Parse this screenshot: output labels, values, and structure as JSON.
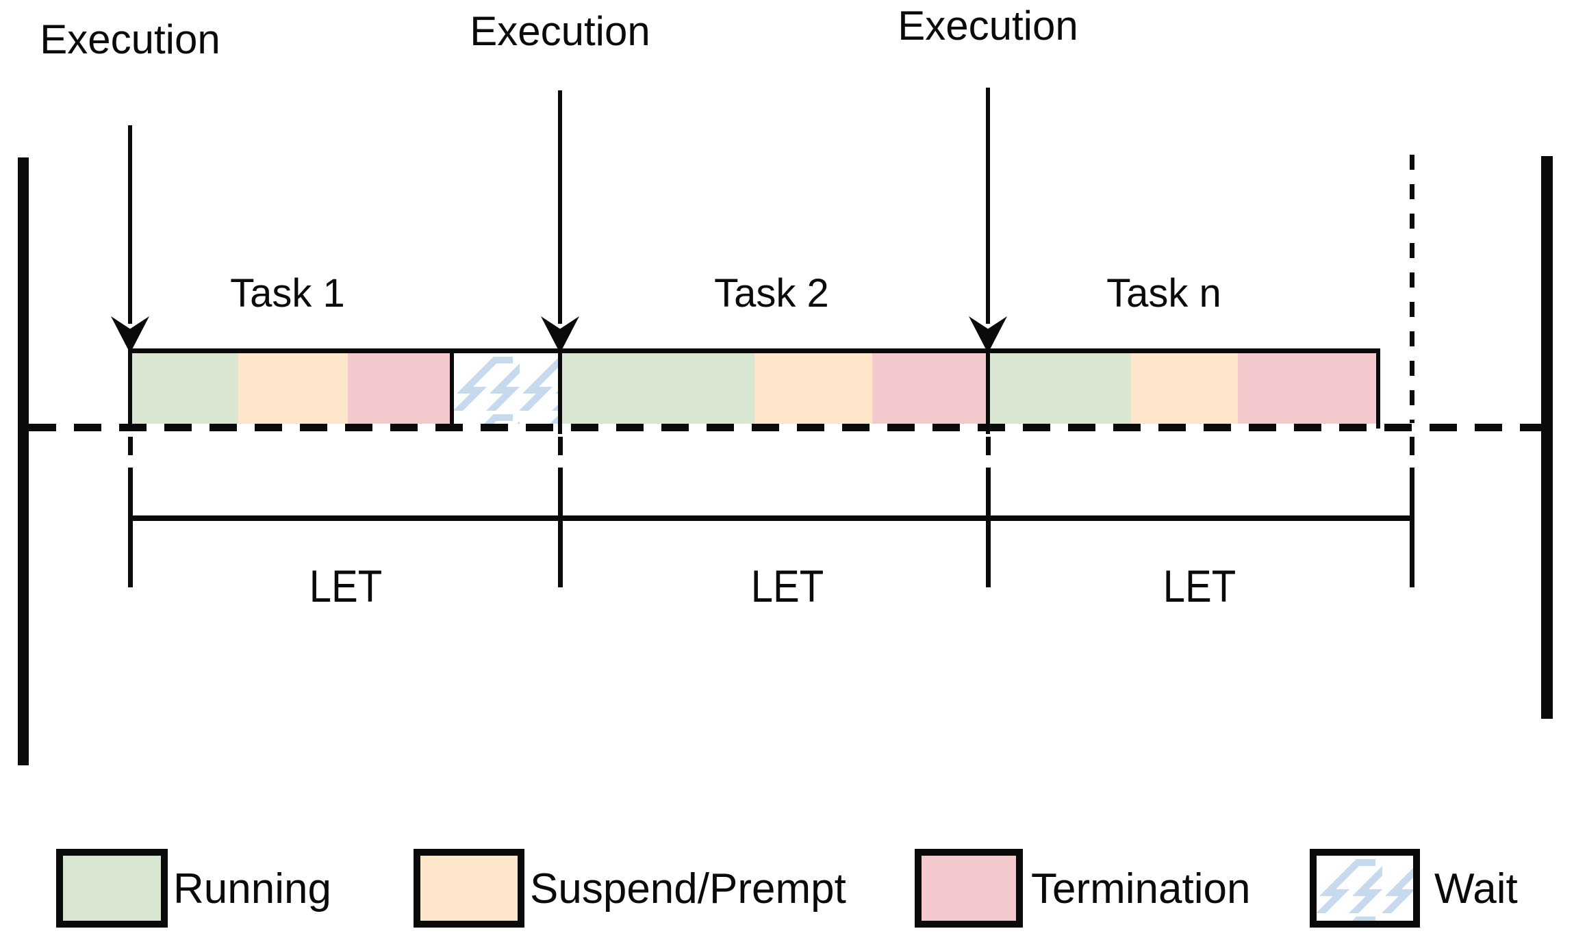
{
  "diagram": {
    "execution_markers": [
      {
        "label": "Execution"
      },
      {
        "label": "Execution"
      },
      {
        "label": "Execution"
      }
    ],
    "tasks": [
      {
        "name": "Task 1",
        "segments": [
          {
            "state": "Running"
          },
          {
            "state": "Suspend/Prempt"
          },
          {
            "state": "Termination"
          },
          {
            "state": "Wait"
          }
        ]
      },
      {
        "name": "Task 2",
        "segments": [
          {
            "state": "Running"
          },
          {
            "state": "Suspend/Prempt"
          },
          {
            "state": "Termination"
          }
        ]
      },
      {
        "name": "Task n",
        "segments": [
          {
            "state": "Running"
          },
          {
            "state": "Suspend/Prempt"
          },
          {
            "state": "Termination"
          }
        ]
      }
    ],
    "interval_labels": [
      {
        "label": "LET"
      },
      {
        "label": "LET"
      },
      {
        "label": "LET"
      }
    ]
  },
  "legend": {
    "items": [
      {
        "label": "Running",
        "key": "running"
      },
      {
        "label": "Suspend/Prempt",
        "key": "suspend"
      },
      {
        "label": "Termination",
        "key": "termination"
      },
      {
        "label": "Wait",
        "key": "wait"
      }
    ]
  },
  "colors": {
    "running": "#d9e6d2",
    "suspend": "#fde6c9",
    "termination": "#f4c9cd",
    "wait_bg": "#ffffff",
    "wait_pattern": "#c7d9ed",
    "line": "#0a0a0a"
  }
}
